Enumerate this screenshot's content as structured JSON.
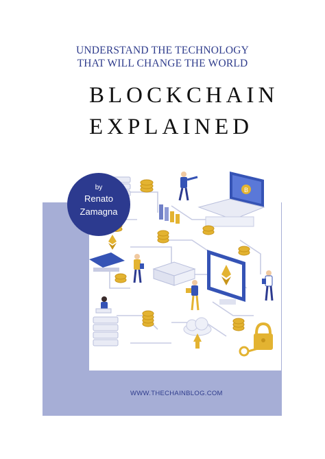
{
  "subtitle": {
    "line1": "UNDERSTAND THE TECHNOLOGY",
    "line2": "THAT WILL CHANGE THE WORLD"
  },
  "title": {
    "line1": "BLOCKCHAIN",
    "line2": "EXPLAINED"
  },
  "author": {
    "prefix": "by",
    "first": "Renato",
    "last": "Zamagna"
  },
  "website": "WWW.THECHAINBLOG.COM",
  "colors": {
    "accent": "#2f3c8c",
    "badge": "#2c3a8f",
    "panel": "#a6aed6",
    "coin": "#e3b331"
  },
  "illustration": {
    "icons": [
      "server-stack-icon",
      "coin-stack-icon",
      "laptop-bitcoin-icon",
      "monitor-ethereum-icon",
      "bar-chart-icon",
      "cloud-upload-icon",
      "padlock-key-icon",
      "credit-card-icon",
      "person-icon"
    ]
  }
}
